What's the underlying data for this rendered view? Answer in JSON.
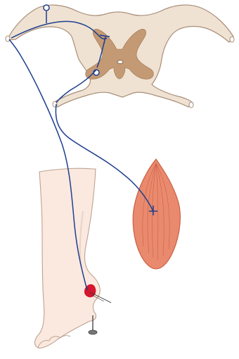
{
  "diagram": {
    "elements": [
      {
        "id": "spinal-cord-cross-section",
        "kind": "anatomy"
      },
      {
        "id": "grey-matter",
        "kind": "anatomy"
      },
      {
        "id": "central-canal",
        "kind": "anatomy"
      },
      {
        "id": "dorsal-root-ganglion",
        "kind": "anatomy"
      },
      {
        "id": "sensory-neuron",
        "kind": "neuron"
      },
      {
        "id": "interneuron",
        "kind": "neuron"
      },
      {
        "id": "motor-neuron",
        "kind": "neuron"
      },
      {
        "id": "skeletal-muscle",
        "kind": "anatomy"
      },
      {
        "id": "leg-and-foot",
        "kind": "anatomy"
      },
      {
        "id": "pain-receptor-site",
        "kind": "stimulus"
      },
      {
        "id": "tack",
        "kind": "object"
      }
    ],
    "colors": {
      "white_matter": "#efe2d2",
      "grey_matter": "#c49a74",
      "nerve": "#1f3f8f",
      "muscle": "#e98a6e",
      "muscle_striation": "#c9593e",
      "skin": "#fbe9df",
      "skin_outline": "#bca391",
      "stimulus": "#d4172e",
      "tack": "#555555"
    }
  }
}
